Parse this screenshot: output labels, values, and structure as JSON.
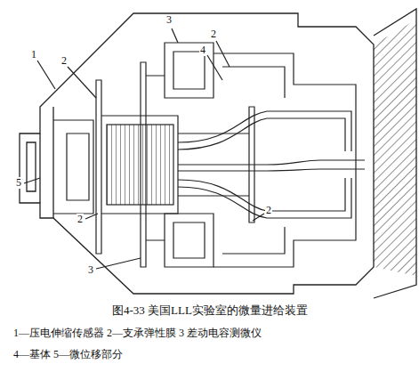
{
  "diagram": {
    "caption": "图4-33 美国LLL实验室的微量进给装置",
    "labels": [
      "1",
      "2",
      "3",
      "2",
      "4",
      "2",
      "5",
      "3",
      "2",
      "1—压电伸缩传感器 2—支承弹性膜 3 差动电容测微仪",
      "4—基体 5—微位移部分"
    ]
  }
}
